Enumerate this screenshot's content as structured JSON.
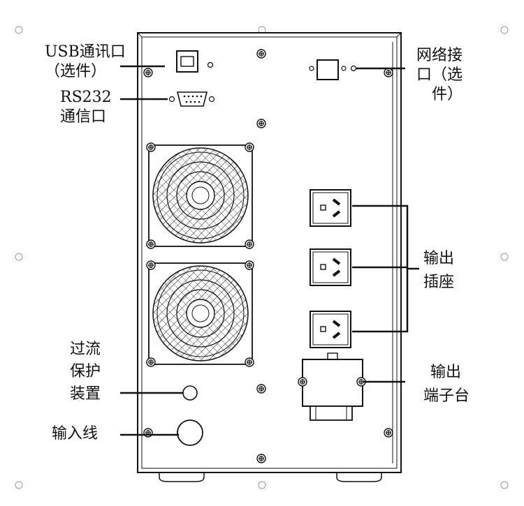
{
  "labels": {
    "usb_port": [
      "USB通讯口",
      "（选件）"
    ],
    "rs232_port": [
      "RS232",
      "通信口"
    ],
    "network_port": [
      "网络接",
      "口（选",
      "件）"
    ],
    "output_sockets": [
      "输出",
      "插座"
    ],
    "overcurrent_protection": [
      "过流",
      "保护",
      "装置"
    ],
    "input_line": [
      "输入线"
    ],
    "output_terminal": [
      "输出",
      "端子台"
    ]
  },
  "colors": {
    "line": "#111111",
    "panel_fill": "#ffffff",
    "background": "#ffffff"
  }
}
